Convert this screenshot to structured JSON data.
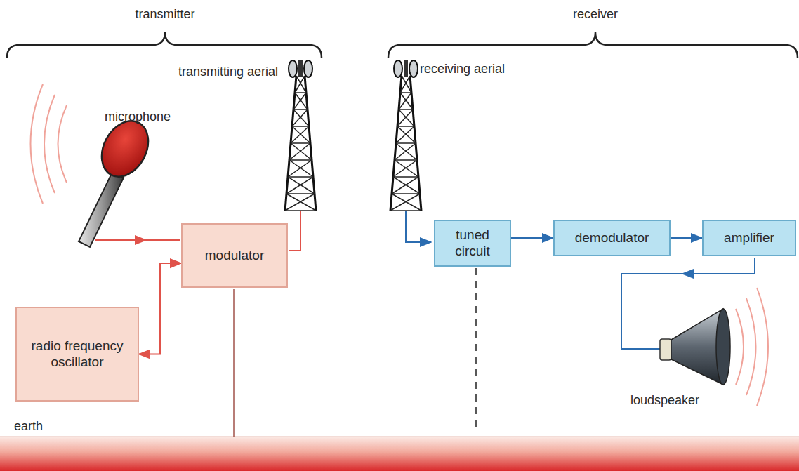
{
  "diagram": {
    "nodes": [
      {
        "text": [
          "modulator"
        ]
      },
      {
        "text": [
          "radio frequency oscillator"
        ]
      },
      {
        "text": [
          "tuned circuit"
        ]
      },
      {
        "text": [
          "demodulator"
        ]
      },
      {
        "text": [
          "amplifier"
        ]
      }
    ],
    "edges": [
      {
        "from": 1,
        "to": 0,
        "arrow": "both"
      },
      {
        "from": 2,
        "to": 3,
        "arrow": "to"
      },
      {
        "from": 3,
        "to": 4,
        "arrow": "to"
      }
    ],
    "labels": [
      "transmitter",
      "receiver",
      "transmitting aerial",
      "microphone",
      "receiving aerial",
      "loudspeaker",
      "earth"
    ]
  }
}
